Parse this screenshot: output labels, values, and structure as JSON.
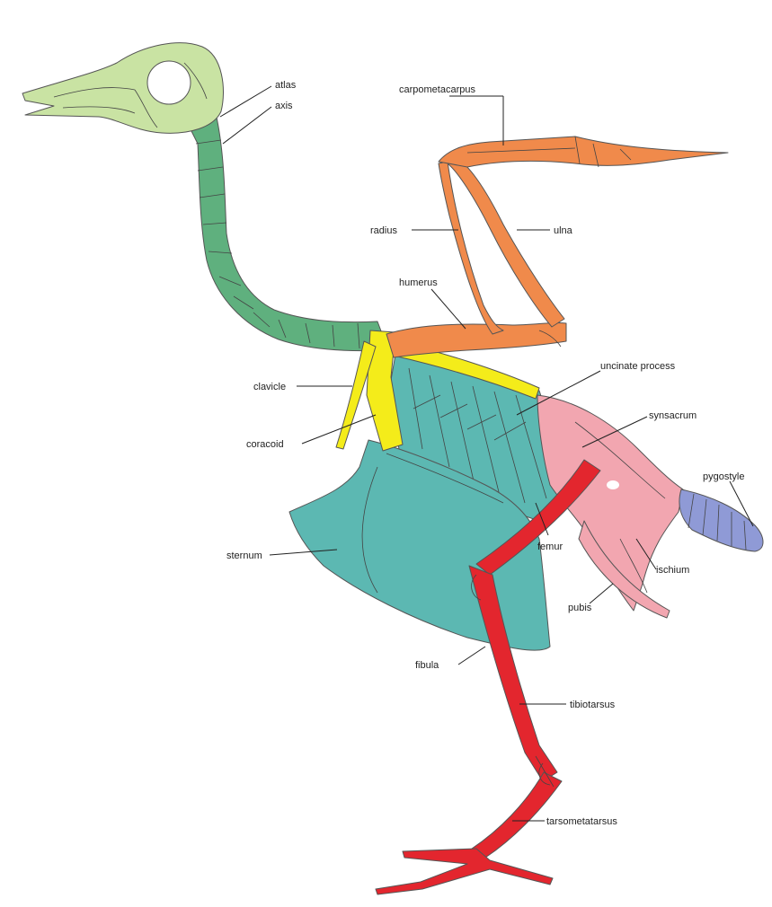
{
  "colors": {
    "skull": "#c9e3a3",
    "neck": "#5fb07e",
    "wing": "#f08a4b",
    "pectoral": "#f4ec1a",
    "trunk": "#5cb8b2",
    "pelvis": "#f2a6b0",
    "tail": "#8f9ad6",
    "leg": "#e3262e"
  },
  "labels": {
    "atlas": "atlas",
    "axis": "axis",
    "carpometacarpus": "carpometacarpus",
    "radius": "radius",
    "ulna": "ulna",
    "humerus": "humerus",
    "uncinate_process": "uncinate process",
    "synsacrum": "synsacrum",
    "clavicle": "clavicle",
    "coracoid": "coracoid",
    "pygostyle": "pygostyle",
    "sternum": "sternum",
    "femur": "femur",
    "ischium": "ischium",
    "pubis": "pubis",
    "fibula": "fibula",
    "tibiotarsus": "tibiotarsus",
    "tarsometatarsus": "tarsometatarsus"
  }
}
